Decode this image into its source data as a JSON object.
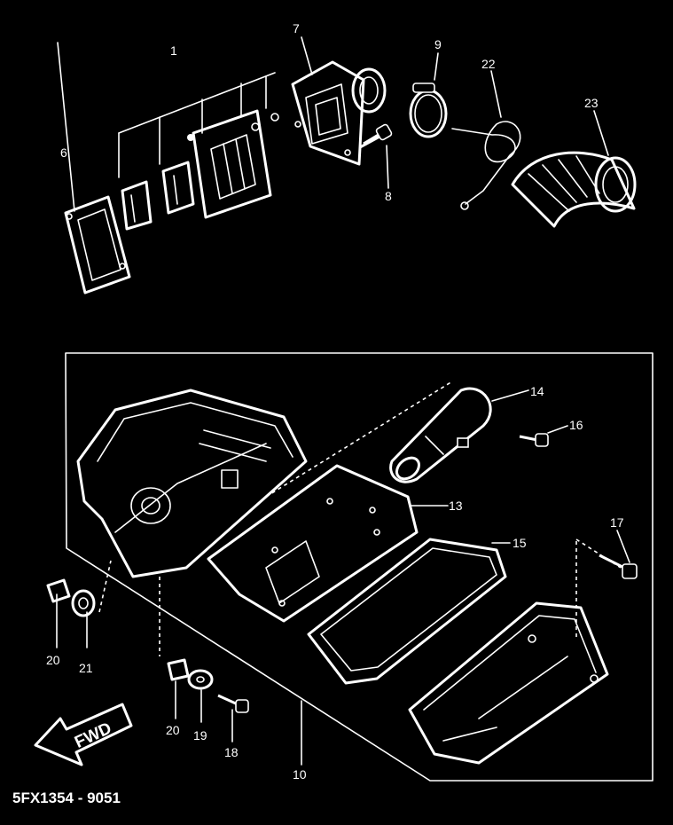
{
  "parts": [
    {
      "id": "p1",
      "number": "1"
    },
    {
      "id": "p6",
      "number": "6"
    },
    {
      "id": "p7",
      "number": "7"
    },
    {
      "id": "p8",
      "number": "8"
    },
    {
      "id": "p9",
      "number": "9"
    },
    {
      "id": "p22",
      "number": "22"
    },
    {
      "id": "p23",
      "number": "23"
    },
    {
      "id": "p14",
      "number": "14"
    },
    {
      "id": "p16",
      "number": "16"
    },
    {
      "id": "p13",
      "number": "13"
    },
    {
      "id": "p15",
      "number": "15"
    },
    {
      "id": "p17",
      "number": "17"
    },
    {
      "id": "p20a",
      "number": "20"
    },
    {
      "id": "p21",
      "number": "21"
    },
    {
      "id": "p20b",
      "number": "20"
    },
    {
      "id": "p19",
      "number": "19"
    },
    {
      "id": "p18",
      "number": "18"
    },
    {
      "id": "p10",
      "number": "10"
    }
  ],
  "direction_label": "FWD",
  "diagram_code": "5FX1354 - 9051",
  "colors": {
    "background": "#000000",
    "line": "#ffffff"
  }
}
